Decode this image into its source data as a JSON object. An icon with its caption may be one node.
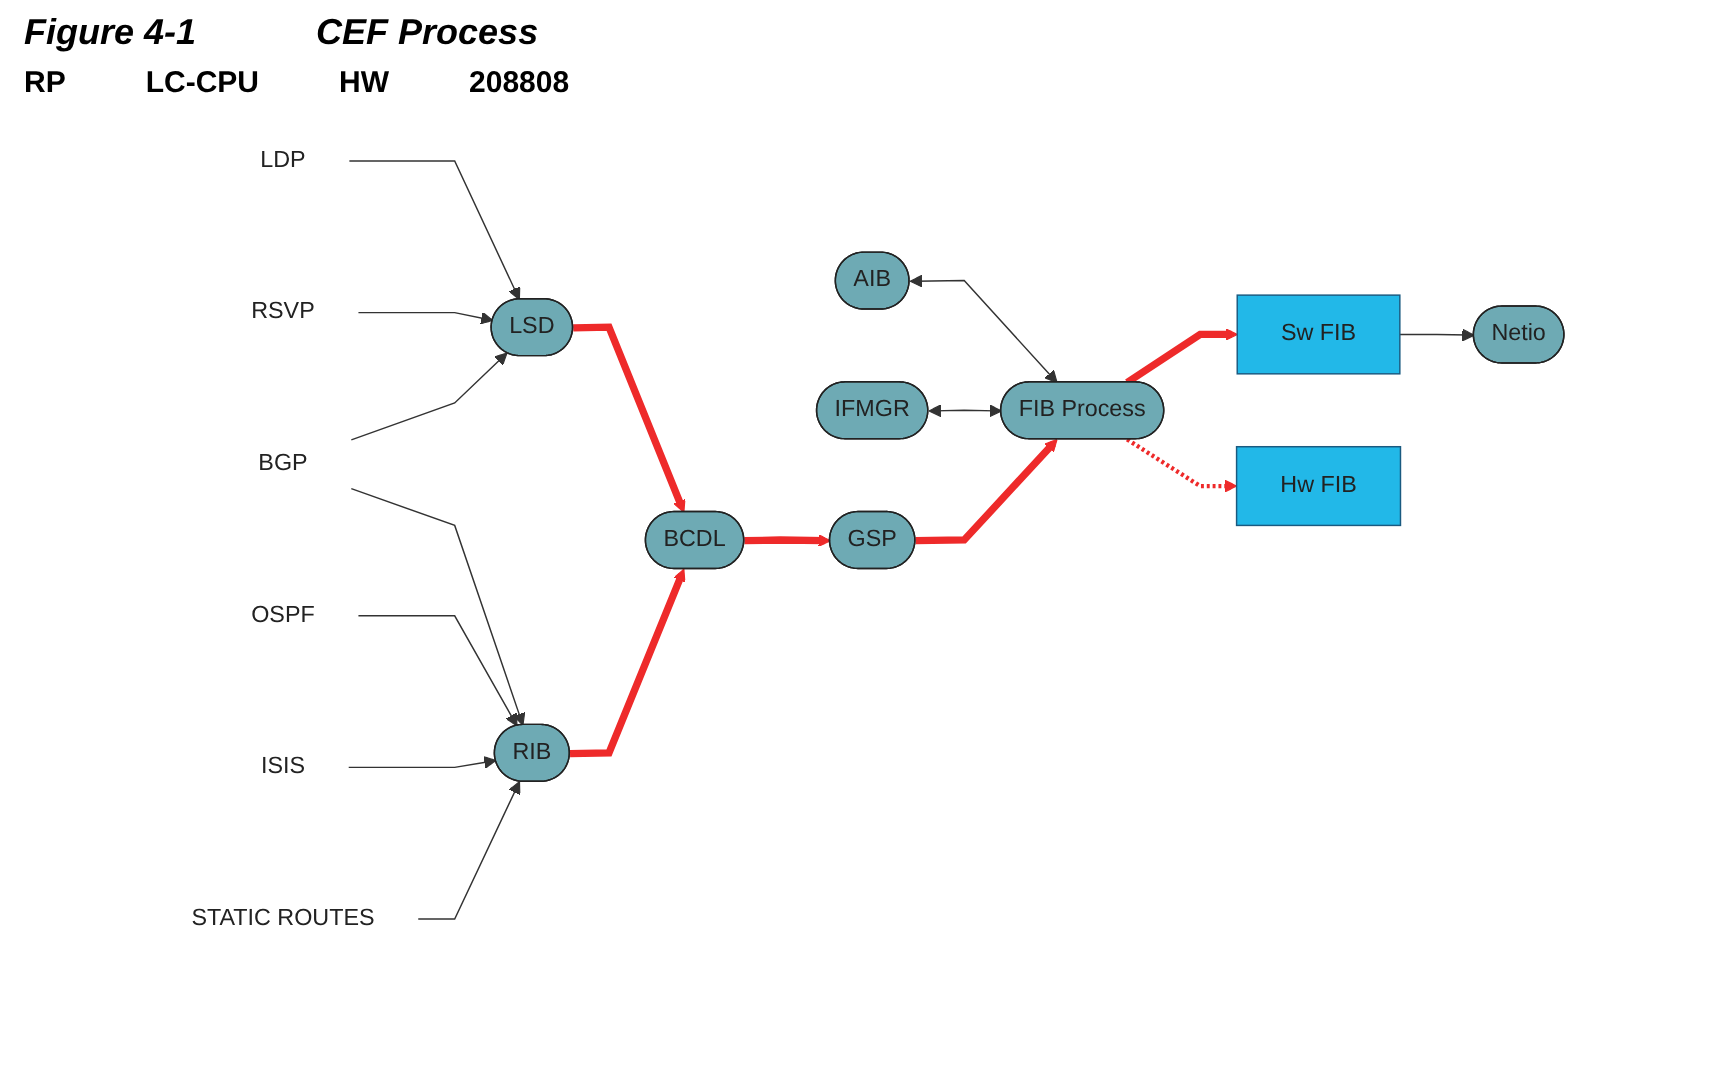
{
  "diagram": {
    "title": "CEF Process",
    "nodes": [
      {
        "text": [
          "LDP"
        ]
      },
      {
        "text": [
          "RSVP"
        ]
      },
      {
        "text": [
          "LSD"
        ]
      },
      {
        "text": [
          "BGP"
        ]
      },
      {
        "text": [
          "BCDL"
        ]
      },
      {
        "text": [
          "OSPF"
        ]
      },
      {
        "text": [
          "RIB"
        ]
      },
      {
        "text": [
          "GSP"
        ]
      },
      {
        "text": [
          "ISIS"
        ]
      },
      {
        "text": [
          "STATIC ROUTES"
        ]
      },
      {
        "text": [
          "AIB"
        ]
      },
      {
        "text": [
          "IFMGR"
        ]
      },
      {
        "text": [
          "FIB Process"
        ]
      },
      {
        "text": [
          "Sw FIB"
        ]
      },
      {
        "text": [
          "Hw FIB"
        ]
      },
      {
        "text": [
          "Netio"
        ]
      }
    ],
    "edges": [
      {
        "from": 0,
        "to": 2,
        "arrow": "to"
      },
      {
        "from": 1,
        "to": 2,
        "arrow": "to"
      },
      {
        "from": 3,
        "to": 2,
        "arrow": "to"
      },
      {
        "from": 2,
        "to": 4,
        "arrow": "to",
        "style": "thick",
        "color": "#ee2a2a"
      },
      {
        "from": 3,
        "to": 6,
        "arrow": "to"
      },
      {
        "from": 5,
        "to": 6,
        "arrow": "to"
      },
      {
        "from": 6,
        "to": 4,
        "arrow": "to",
        "style": "thick",
        "color": "#ee2a2a"
      },
      {
        "from": 4,
        "to": 7,
        "arrow": "to",
        "style": "thick",
        "color": "#ee2a2a"
      },
      {
        "from": 8,
        "to": 6,
        "arrow": "to"
      },
      {
        "from": 9,
        "to": 6,
        "arrow": "to"
      },
      {
        "from": 10,
        "to": 12,
        "arrow": "both"
      },
      {
        "from": 11,
        "to": 12,
        "arrow": "both"
      },
      {
        "from": 7,
        "to": 12,
        "arrow": "to",
        "style": "thick",
        "color": "#ee2a2a"
      },
      {
        "from": 12,
        "to": 13,
        "arrow": "to",
        "style": "thick",
        "color": "#ee2a2a"
      },
      {
        "from": 12,
        "to": 14,
        "arrow": "to",
        "style": "dashed",
        "color": "#ee2a2a"
      },
      {
        "from": 13,
        "to": 15,
        "arrow": "to"
      }
    ],
    "labels": [
      "Figure 4-1",
      "RP",
      "LC-CPU",
      "HW",
      "208808"
    ]
  }
}
